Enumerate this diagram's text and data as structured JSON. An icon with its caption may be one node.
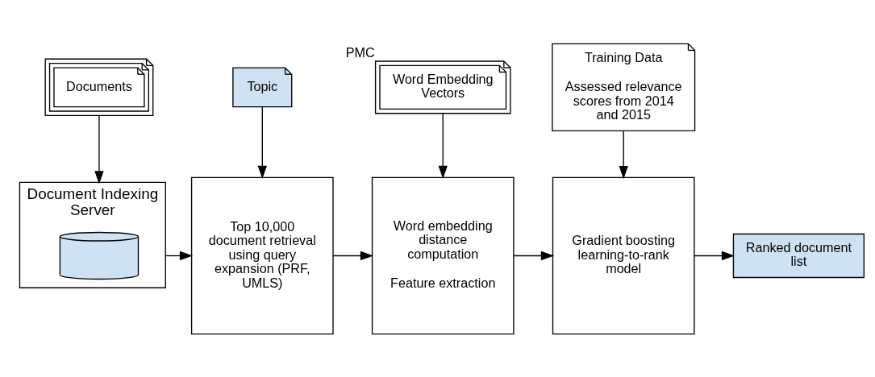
{
  "diagram": {
    "nodes": [
      {
        "text": [
          "Documents"
        ]
      },
      {
        "text": [
          "Topic"
        ]
      },
      {
        "text": [
          "Word Embedding Vectors"
        ],
        "beside": [
          "PMC"
        ]
      },
      {
        "text": [
          "Training Data",
          "Assessed relevance scores from 2014 and 2015"
        ]
      },
      {
        "text": [
          "Document Indexing Server"
        ]
      },
      {
        "text": [],
        "shape": "cylinder",
        "in": 4
      },
      {
        "text": [
          "Top 10,000 document retrieval using query expansion (PRF, UMLS)"
        ]
      },
      {
        "text": [
          "Word embedding distance computation",
          "Feature extraction"
        ]
      },
      {
        "text": [
          "Gradient boosting learning-to-rank model"
        ]
      },
      {
        "text": [
          "Ranked document list"
        ]
      }
    ],
    "edges": [
      {
        "from": 0,
        "to": 4,
        "arrow": "to"
      },
      {
        "from": 1,
        "to": 6,
        "arrow": "to"
      },
      {
        "from": 2,
        "to": 7,
        "arrow": "to"
      },
      {
        "from": 3,
        "to": 8,
        "arrow": "to"
      },
      {
        "from": 4,
        "to": 6,
        "arrow": "to"
      },
      {
        "from": 6,
        "to": 7,
        "arrow": "to"
      },
      {
        "from": 7,
        "to": 8,
        "arrow": "to"
      },
      {
        "from": 8,
        "to": 9,
        "arrow": "to"
      }
    ]
  }
}
